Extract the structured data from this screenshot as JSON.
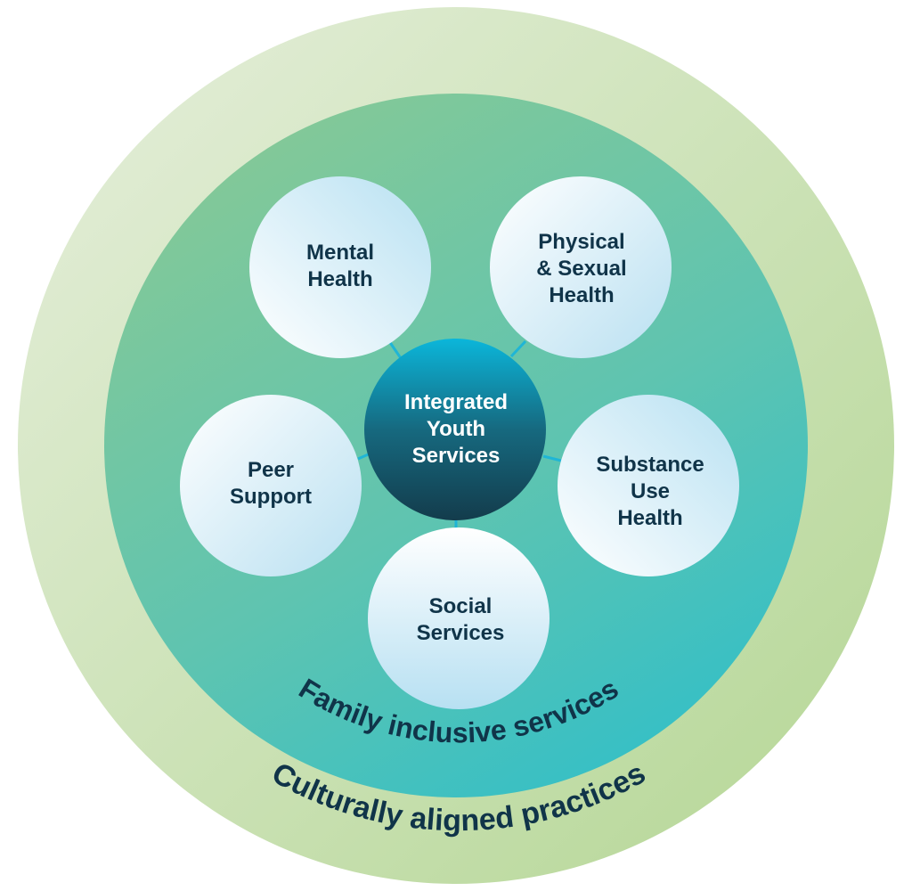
{
  "diagram": {
    "title": "Integrated Youth Services model",
    "center": {
      "lines": [
        "Integrated",
        "Youth",
        "Services"
      ]
    },
    "services": [
      {
        "name": "mental-health",
        "lines": [
          "Mental",
          "Health"
        ]
      },
      {
        "name": "physical-sexual-health",
        "lines": [
          "Physical",
          "& Sexual",
          "Health"
        ]
      },
      {
        "name": "substance-use-health",
        "lines": [
          "Substance",
          "Use",
          "Health"
        ]
      },
      {
        "name": "social-services",
        "lines": [
          "Social",
          "Services"
        ]
      },
      {
        "name": "peer-support",
        "lines": [
          "Peer",
          "Support"
        ]
      }
    ],
    "inner_ring_label": "Family inclusive services",
    "outer_ring_label": "Culturally aligned practices",
    "colors": {
      "outer_ring_light": "#e3edd6",
      "outer_ring_dark": "#b9d99a",
      "inner_ring_top": "#86c997",
      "inner_ring_bottom": "#35bec6",
      "center_top": "#0db3d6",
      "center_bottom": "#113e4f",
      "connector": "#1fb5d6",
      "text_dark": "#103449"
    }
  }
}
